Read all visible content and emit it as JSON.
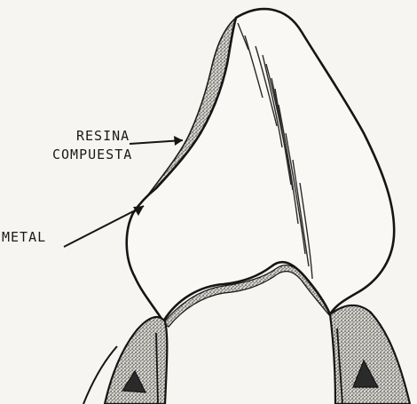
{
  "figure": {
    "labels": {
      "resina_line1": "RESINA",
      "resina_line2": "COMPUESTA",
      "metal": "METAL"
    },
    "colors": {
      "paper": "#f6f5f1",
      "ink": "#1a1a1a",
      "stipple": "#3a3a3a"
    }
  }
}
